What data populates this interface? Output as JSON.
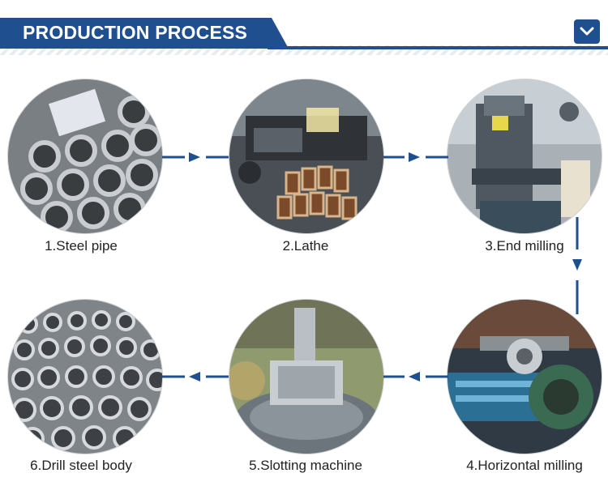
{
  "header": {
    "title": "PRODUCTION PROCESS",
    "expand_icon": "chevron-down-icon"
  },
  "colors": {
    "brand_blue": "#1f4f8f",
    "connector": "#1f4f8f",
    "label_text": "#222222"
  },
  "steps": [
    {
      "label": "1.Steel pipe",
      "image": "steel-pipe-photo"
    },
    {
      "label": "2.Lathe",
      "image": "lathe-photo"
    },
    {
      "label": "3.End milling",
      "image": "end-milling-photo"
    },
    {
      "label": "4.Horizontal milling",
      "image": "horizontal-milling-photo"
    },
    {
      "label": "5.Slotting machine",
      "image": "slotting-machine-photo"
    },
    {
      "label": "6.Drill steel body",
      "image": "drill-steel-body-photo"
    }
  ]
}
